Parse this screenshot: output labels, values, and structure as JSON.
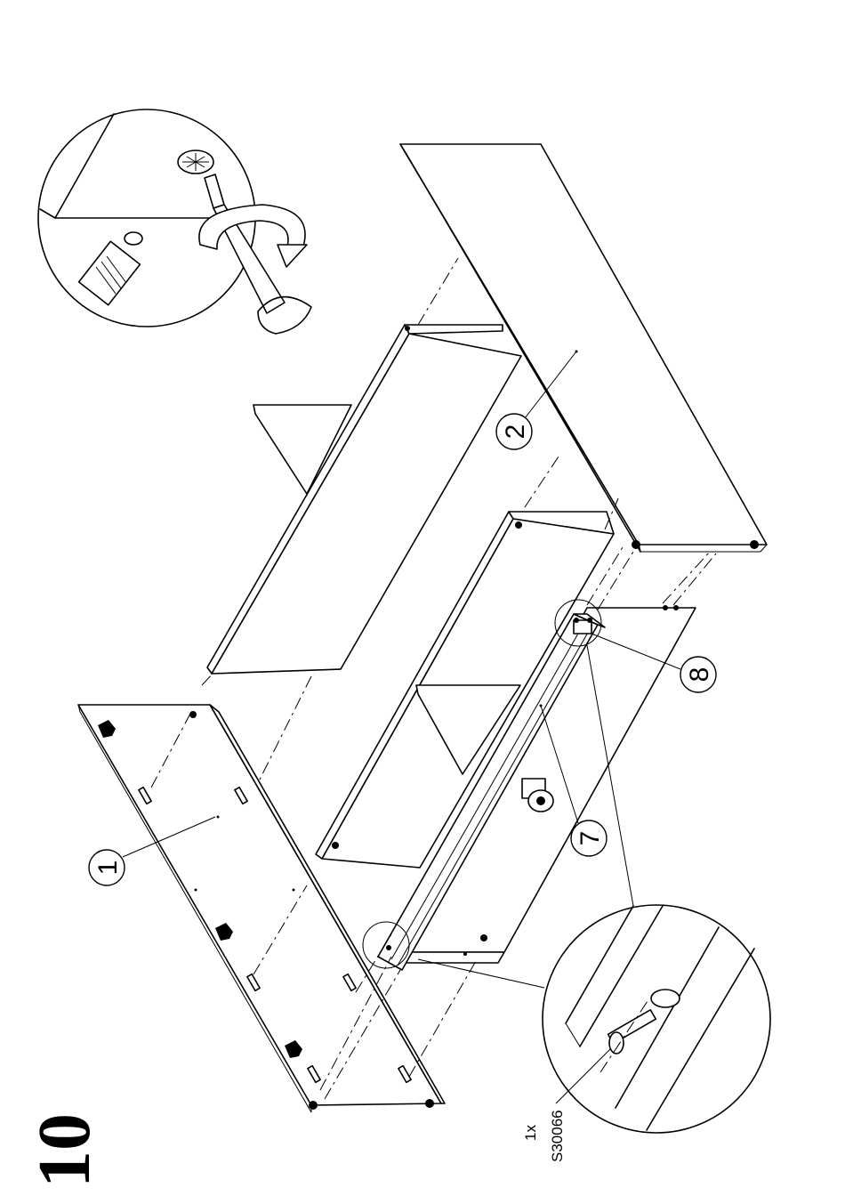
{
  "step": {
    "number": "10"
  },
  "callouts": [
    {
      "id": "1",
      "label": "1"
    },
    {
      "id": "2",
      "label": "2"
    },
    {
      "id": "7",
      "label": "7"
    },
    {
      "id": "8",
      "label": "8"
    }
  ],
  "hardware": {
    "quantity": "1x",
    "code": "S30066"
  }
}
